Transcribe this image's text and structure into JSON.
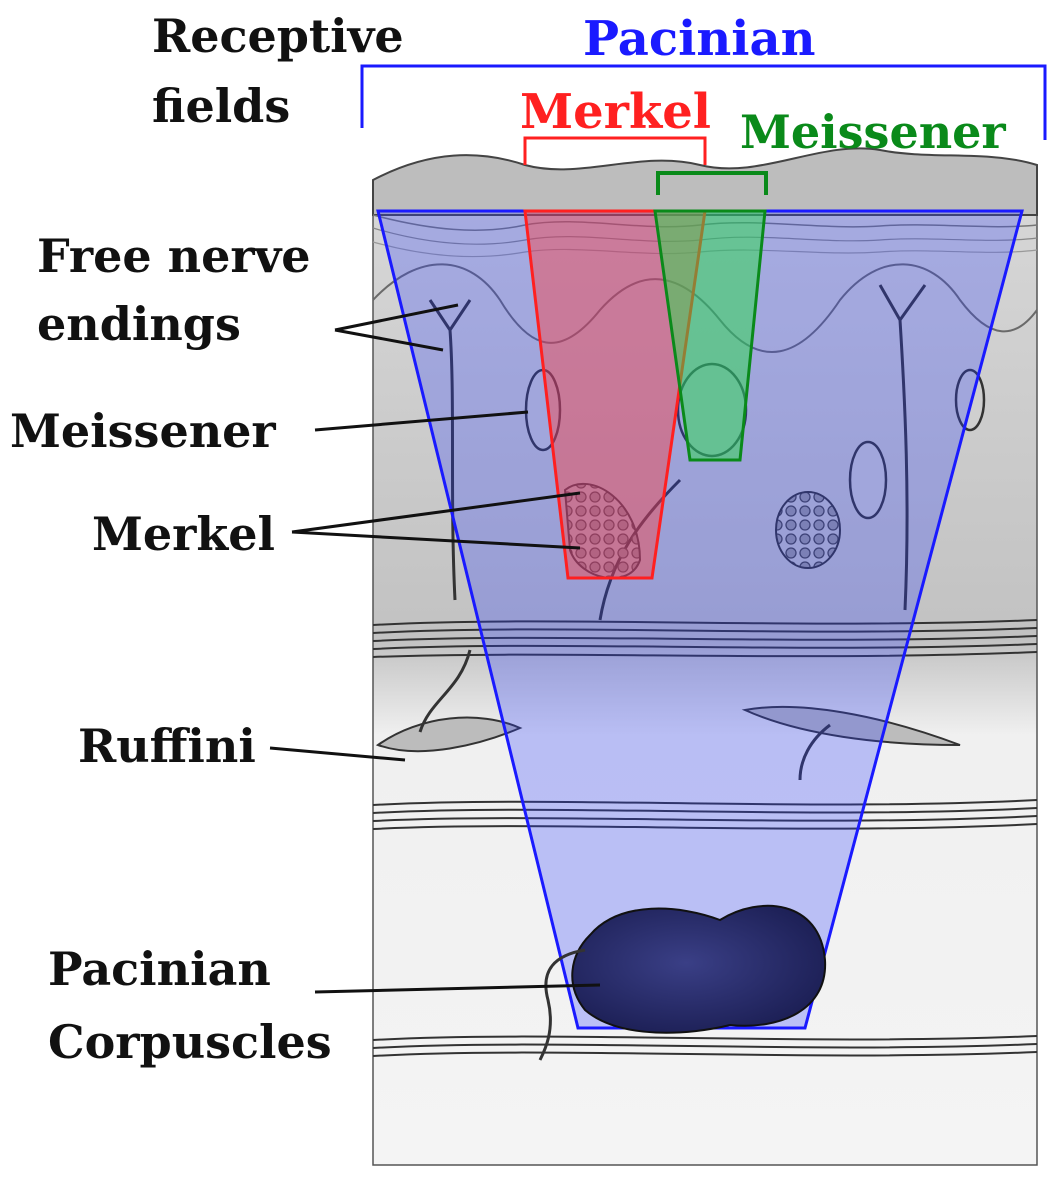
{
  "header": {
    "receptive_line1": "Receptive",
    "receptive_line2": "fields",
    "pacinian_field_label": "Pacinian",
    "merkel_field_label": "Merkel",
    "meissener_field_label": "Meissener"
  },
  "labels": {
    "free_nerve_line1": "Free nerve",
    "free_nerve_line2": "endings",
    "meissener": "Meissener",
    "merkel": "Merkel",
    "ruffini": "Ruffini",
    "pacinian_line1": "Pacinian",
    "pacinian_line2": "Corpuscles"
  },
  "colors": {
    "pacinian": "#1a1aff",
    "merkel": "#ff2020",
    "meissener": "#0a8a1a",
    "label_text": "#111111"
  }
}
